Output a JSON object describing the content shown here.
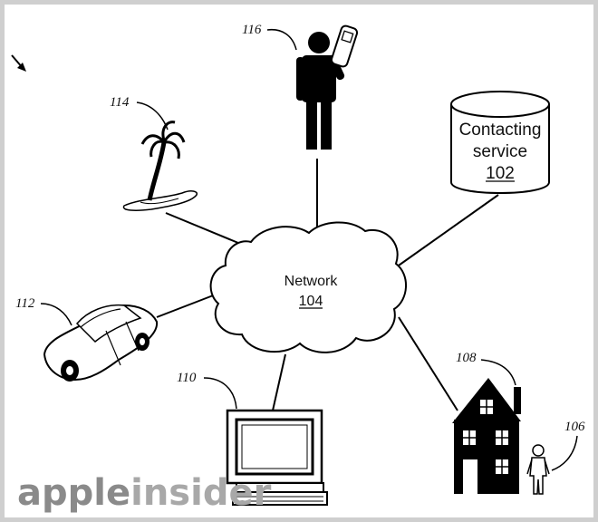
{
  "network": {
    "label": "Network",
    "ref": "104"
  },
  "service": {
    "line1": "Contacting",
    "line2": "service",
    "ref": "102"
  },
  "refs": {
    "person_phone": "116",
    "island": "114",
    "car": "112",
    "computer": "110",
    "house": "108",
    "person_small": "106"
  },
  "watermark": {
    "part1": "apple",
    "part2": "insider"
  }
}
